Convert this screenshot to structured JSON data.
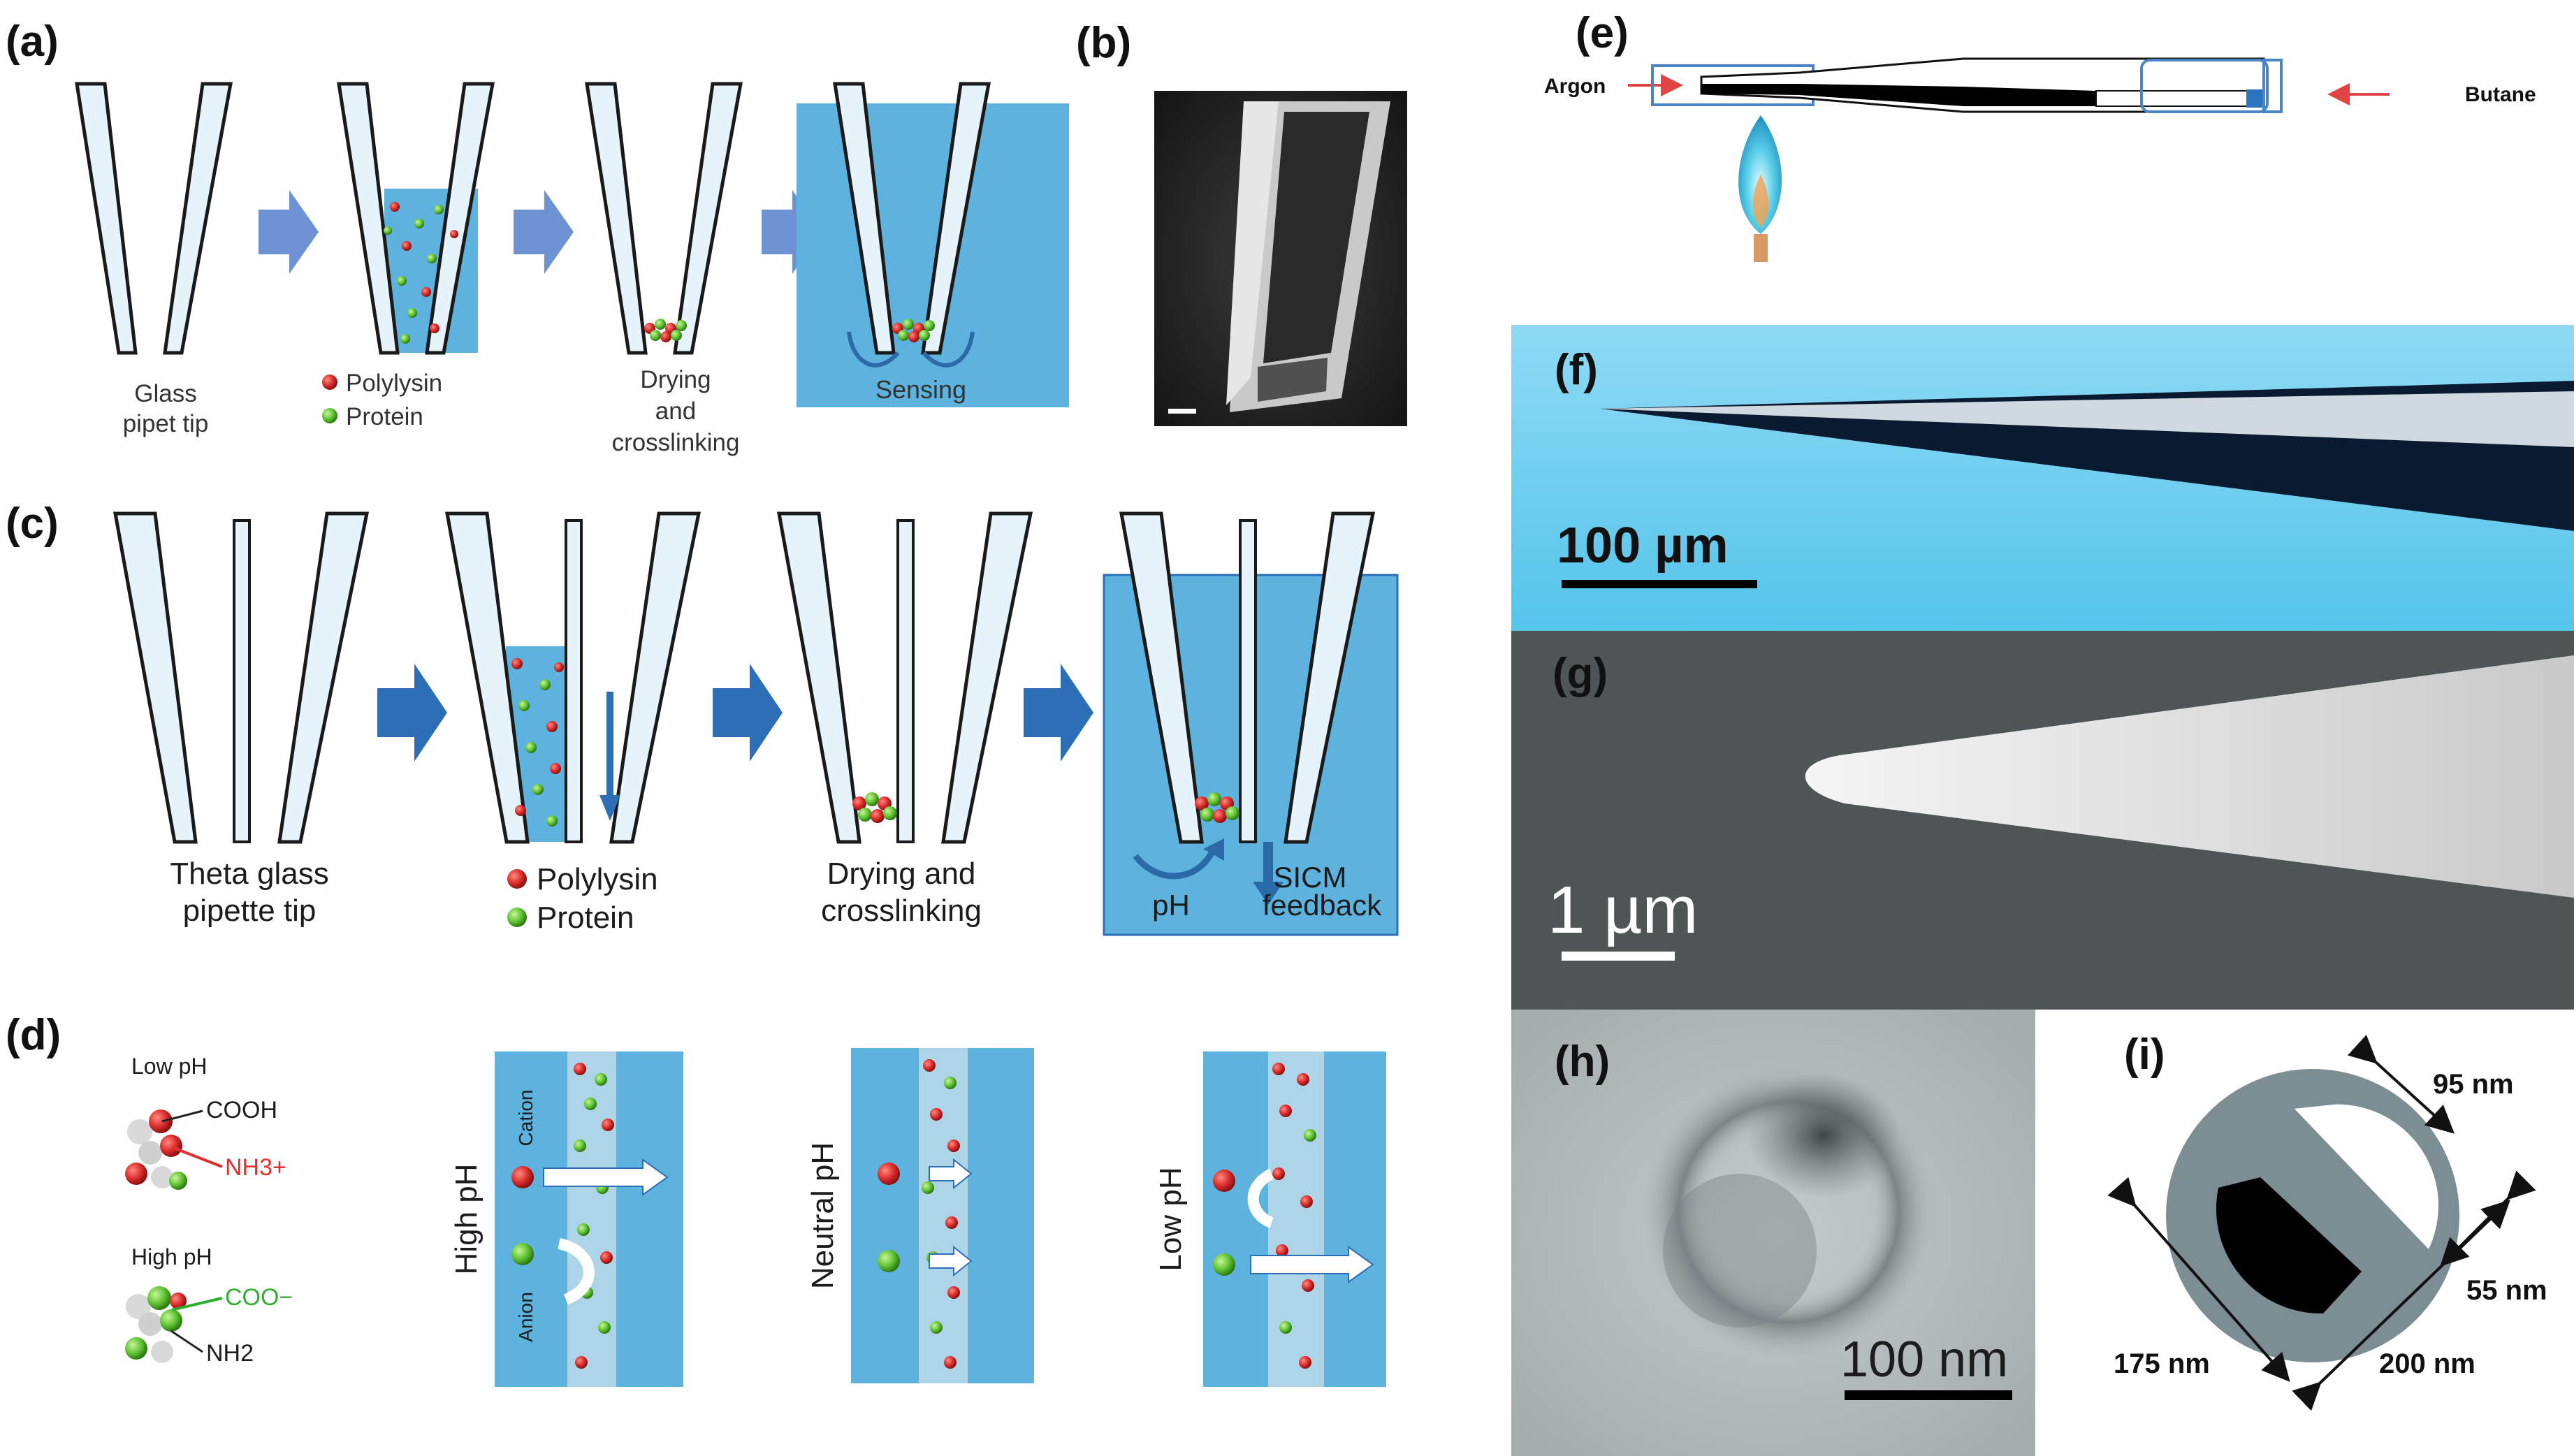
{
  "panels": {
    "a": {
      "label": "(a)",
      "captions": [
        "Glass",
        "pipet tip",
        "Drying",
        "and",
        "crosslinking",
        "Sensing"
      ],
      "legend": [
        {
          "text": "Polylysin",
          "color": "#d92b2b"
        },
        {
          "text": "Protein",
          "color": "#5fc232"
        }
      ]
    },
    "b": {
      "label": "(b)"
    },
    "c": {
      "label": "(c)",
      "captions": [
        "Theta glass",
        "pipette tip",
        "Drying and",
        "crosslinking",
        "pH",
        "SICM",
        "feedback"
      ],
      "legend": [
        {
          "text": "Polylysin",
          "color": "#d92b2b"
        },
        {
          "text": "Protein",
          "color": "#5fc232"
        }
      ]
    },
    "d": {
      "label": "(d)",
      "low_ph_label": "Low pH",
      "high_ph_label": "High pH",
      "groups": [
        "COOH",
        "NH3+",
        "COO−",
        "NH2"
      ],
      "channels": [
        {
          "title": "High pH",
          "side_labels": [
            "Cation",
            "Anion"
          ]
        },
        {
          "title": "Neutral pH",
          "side_labels": []
        },
        {
          "title": "Low pH",
          "side_labels": []
        }
      ]
    },
    "e": {
      "label": "(e)",
      "left_gas": "Argon",
      "right_gas": "Butane"
    },
    "f": {
      "label": "(f)",
      "scale": "100 µm"
    },
    "g": {
      "label": "(g)",
      "scale": "1 µm"
    },
    "h": {
      "label": "(h)",
      "scale": "100 nm"
    },
    "i": {
      "label": "(i)",
      "dims": [
        "95 nm",
        "55 nm",
        "175 nm",
        "200 nm"
      ]
    }
  },
  "colors": {
    "medium": "#5db2de",
    "cyan_bg": "#5cc8ec",
    "arrow_light": "#6e93d2",
    "arrow_dark": "#2c6fb6"
  }
}
